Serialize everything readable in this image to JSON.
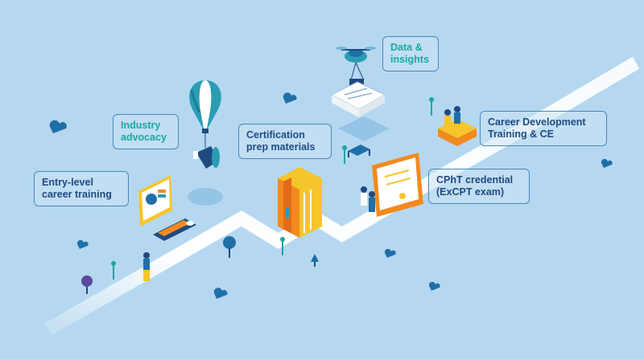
{
  "callouts": {
    "data_insights": {
      "line1": "Data &",
      "line2": "insights"
    },
    "industry_advocacy": {
      "line1": "Industry",
      "line2": "advocacy"
    },
    "certification_prep": {
      "line1": "Certification",
      "line2": "prep materials"
    },
    "career_development": {
      "line1": "Career Development",
      "line2": "Training & CE"
    },
    "entry_level": {
      "line1": "Entry-level",
      "line2": "career training"
    },
    "cpht_credential": {
      "line1": "CPhT credential",
      "line2": "(ExCPT exam)"
    }
  },
  "colors": {
    "background": "#b5d8f0",
    "path": "#ffffff",
    "teal_text": "#1aa7a0",
    "navy_text": "#1f4a80",
    "callout_border": "#4a88ba",
    "book_orange": "#f28a1e",
    "book_yellow": "#f6c52a"
  },
  "icons": [
    "drone-icon",
    "hot-air-balloon-icon",
    "megaphone-icon",
    "computer-icon",
    "books-icon",
    "certificate-icon",
    "desk-icon",
    "person-icon",
    "tree-icon",
    "cloud-icon",
    "bench-icon",
    "lamp-icon"
  ]
}
